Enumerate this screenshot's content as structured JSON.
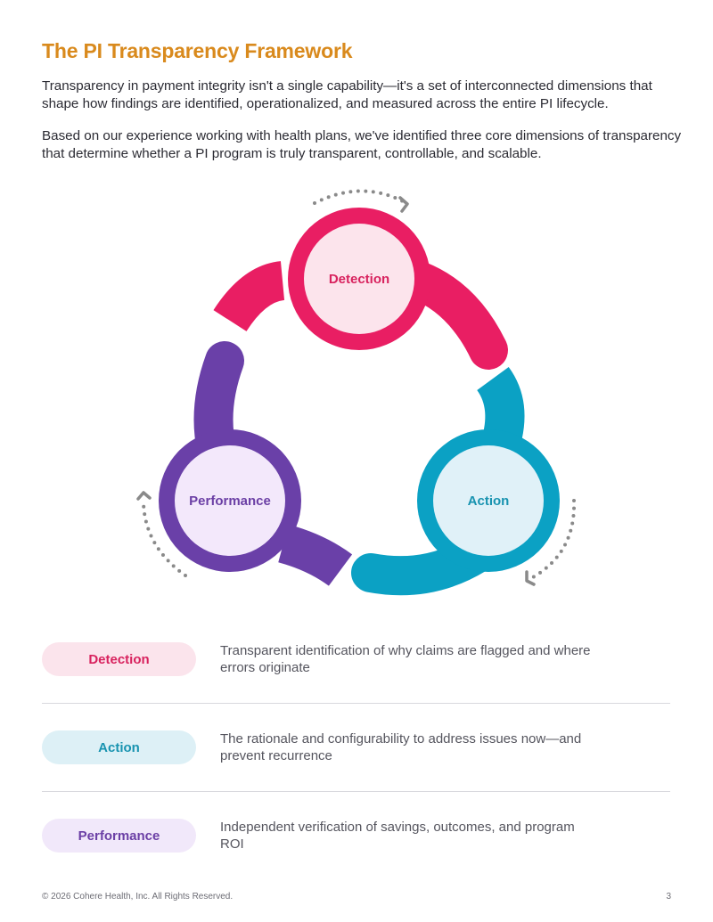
{
  "page": {
    "title": "The PI Transparency Framework",
    "intro_paragraphs": [
      "Transparency in payment integrity isn't a single capability—it's a set of interconnected dimensions that shape how findings are identified, operationalized, and measured across the entire PI lifecycle.",
      "Based on our experience working with health plans, we've identified three core dimensions of transparency that determine whether a PI program is truly transparent, controllable, and scalable."
    ]
  },
  "diagram": {
    "nodes": [
      {
        "label": "Detection",
        "color": "#e91e63",
        "fill": "#fce4ec"
      },
      {
        "label": "Action",
        "color": "#0ba1c4",
        "fill": "#e0f1f8"
      },
      {
        "label": "Performance",
        "color": "#6a40a8",
        "fill": "#f3e8fb"
      }
    ],
    "arrow_color": "#8a8a8a"
  },
  "dimensions": [
    {
      "label": "Detection",
      "description": "Transparent identification of why claims are flagged and where errors originate"
    },
    {
      "label": "Action",
      "description": "The rationale and configurability to address issues now—and prevent recurrence"
    },
    {
      "label": "Performance",
      "description": "Independent verification of savings, outcomes, and program ROI"
    }
  ],
  "footer": {
    "copyright": "© 2026 Cohere Health, Inc. All Rights Reserved.",
    "page_number": "3"
  }
}
